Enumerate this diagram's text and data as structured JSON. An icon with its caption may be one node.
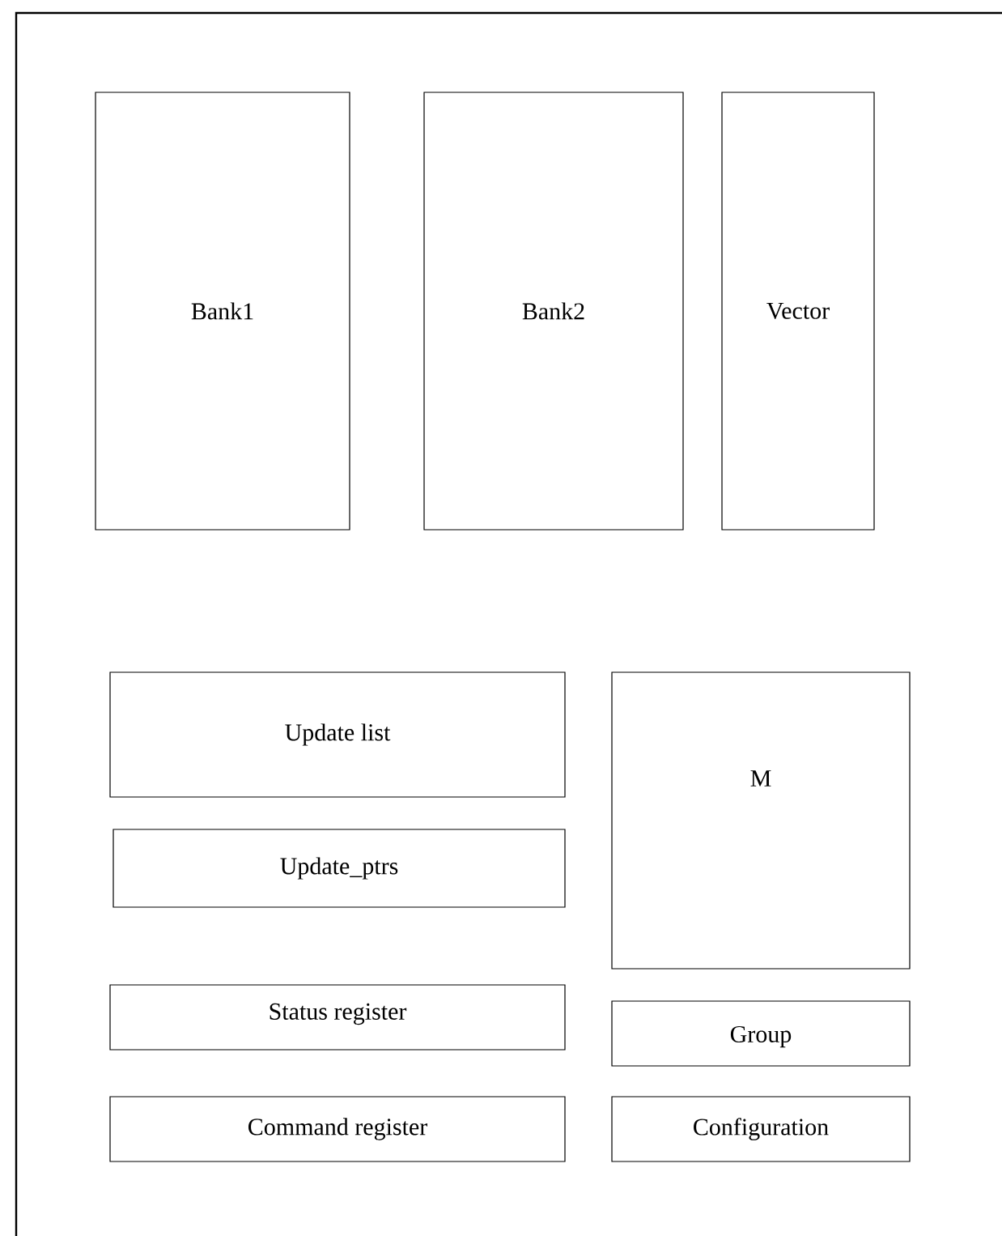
{
  "diagram": {
    "nodes": [
      {
        "text": [],
        "shape": "box"
      },
      {
        "text": [
          "Bank1"
        ],
        "in": 0
      },
      {
        "text": [
          "Bank2"
        ],
        "in": 0
      },
      {
        "text": [
          "Vector"
        ],
        "in": 0
      },
      {
        "text": [
          "Update list"
        ],
        "in": 0
      },
      {
        "text": [
          "M"
        ],
        "in": 0
      },
      {
        "text": [
          "Update_ptrs"
        ],
        "in": 0
      },
      {
        "text": [
          "Status register"
        ],
        "in": 0
      },
      {
        "text": [
          "Group"
        ],
        "in": 0
      },
      {
        "text": [
          "Command register"
        ],
        "in": 0
      },
      {
        "text": [
          "Configuration"
        ],
        "in": 0
      }
    ]
  }
}
